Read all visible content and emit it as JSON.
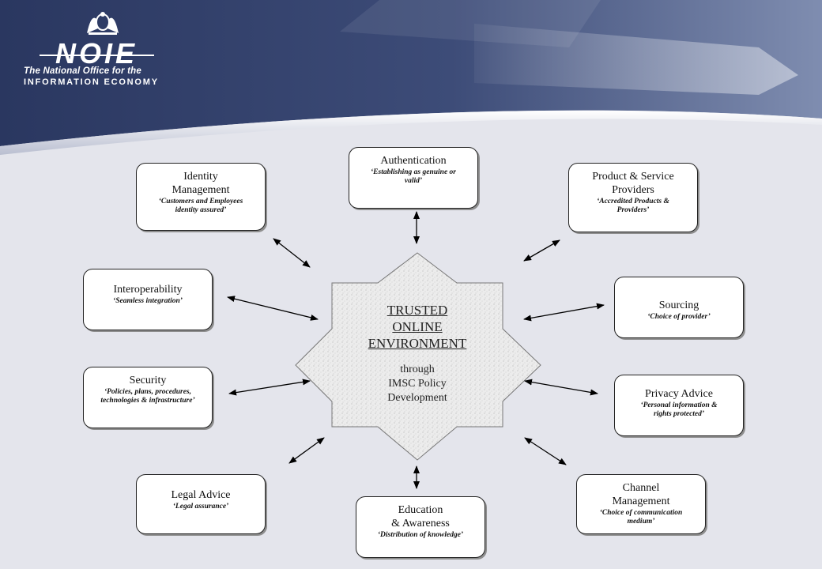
{
  "header": {
    "brand": "NOIE",
    "tagline_line1": "The National Office for the",
    "tagline_line2": "INFORMATION ECONOMY",
    "crest_icon": "coat-of-arms-icon",
    "colors": {
      "banner": "#2c3a60",
      "background": "#e4e5ec"
    }
  },
  "center": {
    "title": "TRUSTED\nONLINE\nENVIRONMENT",
    "subtitle": "through\nIMSC Policy\nDevelopment"
  },
  "nodes": {
    "authentication": {
      "title": "Authentication",
      "desc": "‘Establishing as genuine or\nvalid’"
    },
    "identity": {
      "title": "Identity\nManagement",
      "desc": "‘Customers and Employees\nidentity assured’"
    },
    "product": {
      "title": "Product & Service\nProviders",
      "desc": "‘Accredited Products &\nProviders’"
    },
    "interoperability": {
      "title": "Interoperability",
      "desc": "‘Seamless integration’"
    },
    "sourcing": {
      "title": "Sourcing",
      "desc": "‘Choice of provider’"
    },
    "security": {
      "title": "Security",
      "desc": "‘Policies, plans, procedures,\ntechnologies & infrastructure’"
    },
    "privacy": {
      "title": "Privacy Advice",
      "desc": "‘Personal information &\nrights protected’"
    },
    "legal": {
      "title": "Legal Advice",
      "desc": "‘Legal assurance’"
    },
    "education": {
      "title": "Education\n& Awareness",
      "desc": "‘Distribution of knowledge’"
    },
    "channel": {
      "title": "Channel\nManagement",
      "desc": "‘Choice of communication\nmedium’"
    }
  }
}
